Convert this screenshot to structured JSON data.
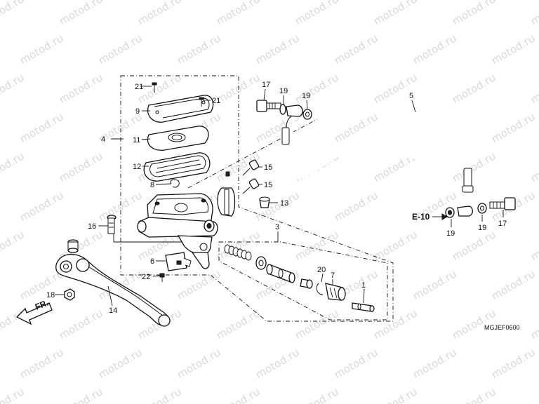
{
  "watermark": "motod.ru",
  "diagram_code": "MGJEF0600",
  "direction_marker": "FR.",
  "reference_label": "E-10",
  "callouts": {
    "c1": "1",
    "c3": "3",
    "c4": "4",
    "c5": "5",
    "c6": "6",
    "c7": "7",
    "c8": "8",
    "c9": "9",
    "c11": "11",
    "c12": "12",
    "c13": "13",
    "c14": "14",
    "c15a": "15",
    "c15b": "15",
    "c16": "16",
    "c17a": "17",
    "c17b": "17",
    "c18": "18",
    "c19a": "19",
    "c19b": "19",
    "c19c": "19",
    "c19d": "19",
    "c20": "20",
    "c21a": "21",
    "c21b": "21",
    "c22": "22"
  }
}
